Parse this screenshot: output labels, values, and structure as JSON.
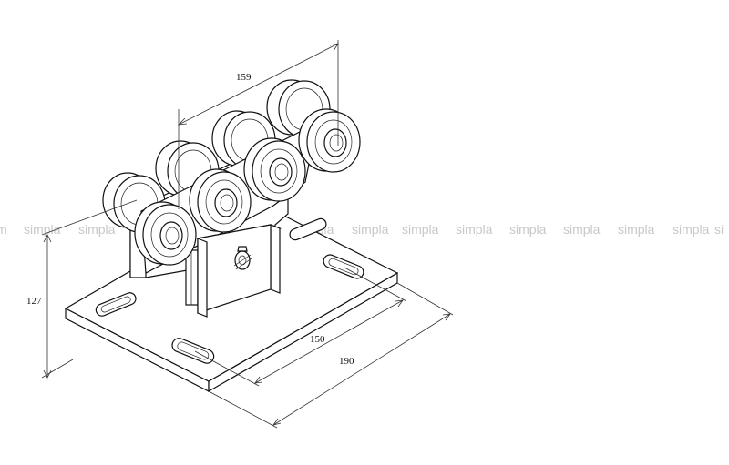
{
  "watermark": {
    "text": "simpla",
    "fragments": {
      "left_edge": "sim",
      "right_edge": "si"
    }
  },
  "dimensions": {
    "top_length": "159",
    "height": "127",
    "slot_spacing": "150",
    "plate_length": "190"
  },
  "colors": {
    "line": "#111111",
    "background": "#ffffff",
    "watermark": "#c8c8c8"
  }
}
